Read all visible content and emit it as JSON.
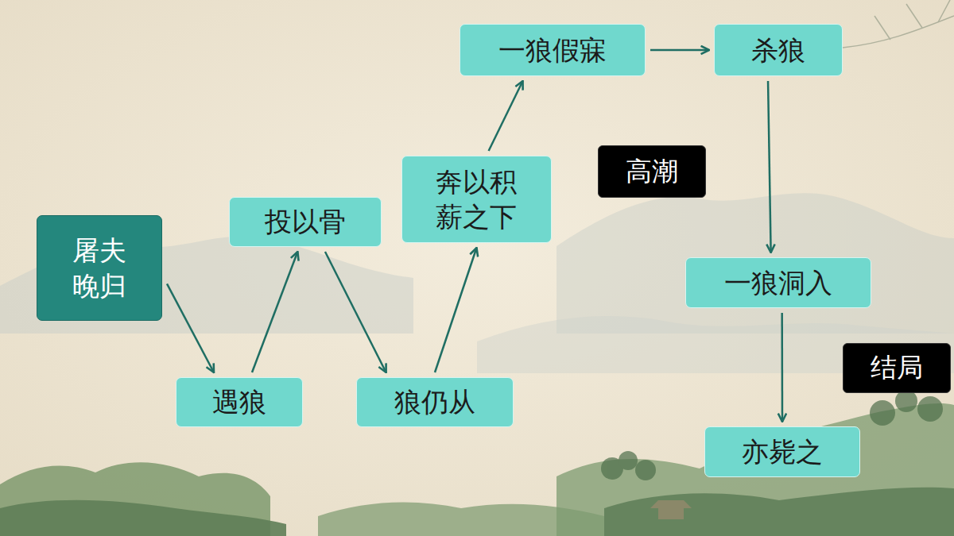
{
  "diagram": {
    "nodes": [
      {
        "text": [
          "屠夫 晚归"
        ]
      },
      {
        "text": [
          "遇狼"
        ]
      },
      {
        "text": [
          "投以骨"
        ]
      },
      {
        "text": [
          "狼仍从"
        ]
      },
      {
        "text": [
          "奔以积 薪之下"
        ]
      },
      {
        "text": [
          "一狼假寐"
        ]
      },
      {
        "text": [
          "杀狼"
        ]
      },
      {
        "text": [
          "一狼洞入"
        ]
      },
      {
        "text": [
          "亦毙之"
        ]
      },
      {
        "text": [
          "高潮"
        ]
      },
      {
        "text": [
          "结局"
        ]
      }
    ],
    "edges": [
      {
        "from": 0,
        "to": 1,
        "arrow": "to"
      },
      {
        "from": 1,
        "to": 2,
        "arrow": "to"
      },
      {
        "from": 2,
        "to": 3,
        "arrow": "to"
      },
      {
        "from": 3,
        "to": 4,
        "arrow": "to"
      },
      {
        "from": 4,
        "to": 5,
        "arrow": "to"
      },
      {
        "from": 5,
        "to": 6,
        "arrow": "to"
      },
      {
        "from": 6,
        "to": 7,
        "arrow": "to"
      },
      {
        "from": 7,
        "to": 8,
        "arrow": "to"
      }
    ]
  }
}
